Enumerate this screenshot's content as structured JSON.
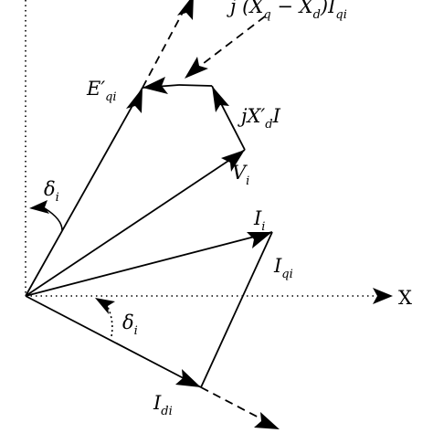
{
  "colors": {
    "ink": "#000000",
    "background": "#ffffff"
  },
  "labels": {
    "x_axis": "X",
    "e_prime_main": "E′",
    "e_prime_sub": "qi",
    "v_main": "V",
    "v_sub": "i",
    "i_main": "I",
    "i_sub": "i",
    "iq_main": "I",
    "iq_sub": "qi",
    "id_main": "I",
    "id_sub": "di",
    "delta_upper_main": "δ",
    "delta_upper_sub": "i",
    "delta_lower_main": "δ",
    "delta_lower_sub": "i",
    "jxd_j": "jX′",
    "jxd_sub": "d",
    "jxd_i": "I",
    "top_formula_head": "j (X",
    "top_formula_q": "q",
    "top_formula_mid": " − X",
    "top_formula_d": "d",
    "top_formula_tail": ")I",
    "top_formula_qi": "qi"
  }
}
